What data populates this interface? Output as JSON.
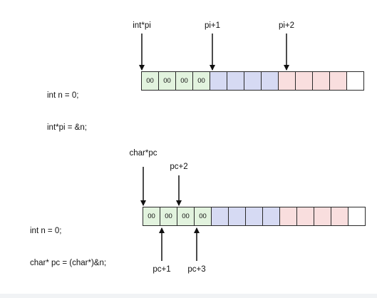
{
  "top": {
    "code_lines": [
      "int n = 0;",
      "int*pi = &n;"
    ],
    "pointer_labels": [
      "int*pi",
      "pi+1",
      "pi+2"
    ],
    "cells": [
      {
        "value": "00",
        "color": "#e2f3de"
      },
      {
        "value": "00",
        "color": "#e2f3de"
      },
      {
        "value": "00",
        "color": "#e2f3de"
      },
      {
        "value": "00",
        "color": "#e2f3de"
      },
      {
        "value": "",
        "color": "#d6daf3"
      },
      {
        "value": "",
        "color": "#d6daf3"
      },
      {
        "value": "",
        "color": "#d6daf3"
      },
      {
        "value": "",
        "color": "#d6daf3"
      },
      {
        "value": "",
        "color": "#f9dede"
      },
      {
        "value": "",
        "color": "#f9dede"
      },
      {
        "value": "",
        "color": "#f9dede"
      },
      {
        "value": "",
        "color": "#f9dede"
      },
      {
        "value": "",
        "color": "#ffffff"
      }
    ]
  },
  "bottom": {
    "code_lines": [
      "int n = 0;",
      "char* pc = (char*)&n;"
    ],
    "pointer_labels_above": [
      "char*pc",
      "pc+2"
    ],
    "pointer_labels_below": [
      "pc+1",
      "pc+3"
    ],
    "cells": [
      {
        "value": "00",
        "color": "#e2f3de"
      },
      {
        "value": "00",
        "color": "#e2f3de"
      },
      {
        "value": "00",
        "color": "#e2f3de"
      },
      {
        "value": "00",
        "color": "#e2f3de"
      },
      {
        "value": "",
        "color": "#d6daf3"
      },
      {
        "value": "",
        "color": "#d6daf3"
      },
      {
        "value": "",
        "color": "#d6daf3"
      },
      {
        "value": "",
        "color": "#d6daf3"
      },
      {
        "value": "",
        "color": "#f9dede"
      },
      {
        "value": "",
        "color": "#f9dede"
      },
      {
        "value": "",
        "color": "#f9dede"
      },
      {
        "value": "",
        "color": "#f9dede"
      },
      {
        "value": "",
        "color": "#ffffff"
      }
    ]
  },
  "colors": {
    "int_bytes": "#e2f3de",
    "next_int": "#d6daf3",
    "next_next_int": "#f9dede",
    "arrow": "#111111"
  }
}
